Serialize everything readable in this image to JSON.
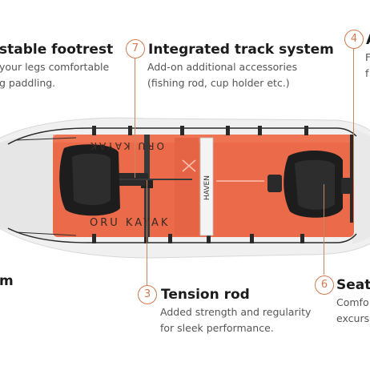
{
  "features": {
    "footrest": {
      "title": "stable footrest",
      "desc": [
        "your legs comfortable",
        "g paddling."
      ]
    },
    "track": {
      "number": "7",
      "title": "Integrated track system",
      "desc": [
        "Add-on additional accessories",
        "(fishing rod, cup holder etc.)"
      ]
    },
    "top_right": {
      "number": "4",
      "title": "A",
      "desc": [
        "F",
        "f"
      ]
    },
    "rim": {
      "title": "m"
    },
    "tension": {
      "number": "3",
      "title": "Tension rod",
      "desc": [
        "Added strength and regularity",
        "for sleek performance."
      ]
    },
    "seat": {
      "number": "6",
      "title": "Seat",
      "desc": [
        "Comfo",
        "excurs"
      ]
    }
  },
  "kayak": {
    "brand_text_top": "ORU KAYAK",
    "brand_text_bottom": "ORU KAYAK",
    "model_text": "HAVEN"
  },
  "colors": {
    "accent": "#d07a4e",
    "deck": "#ea6a4a",
    "hull": "#f1f1f1",
    "seat": "#1d1d1d"
  }
}
